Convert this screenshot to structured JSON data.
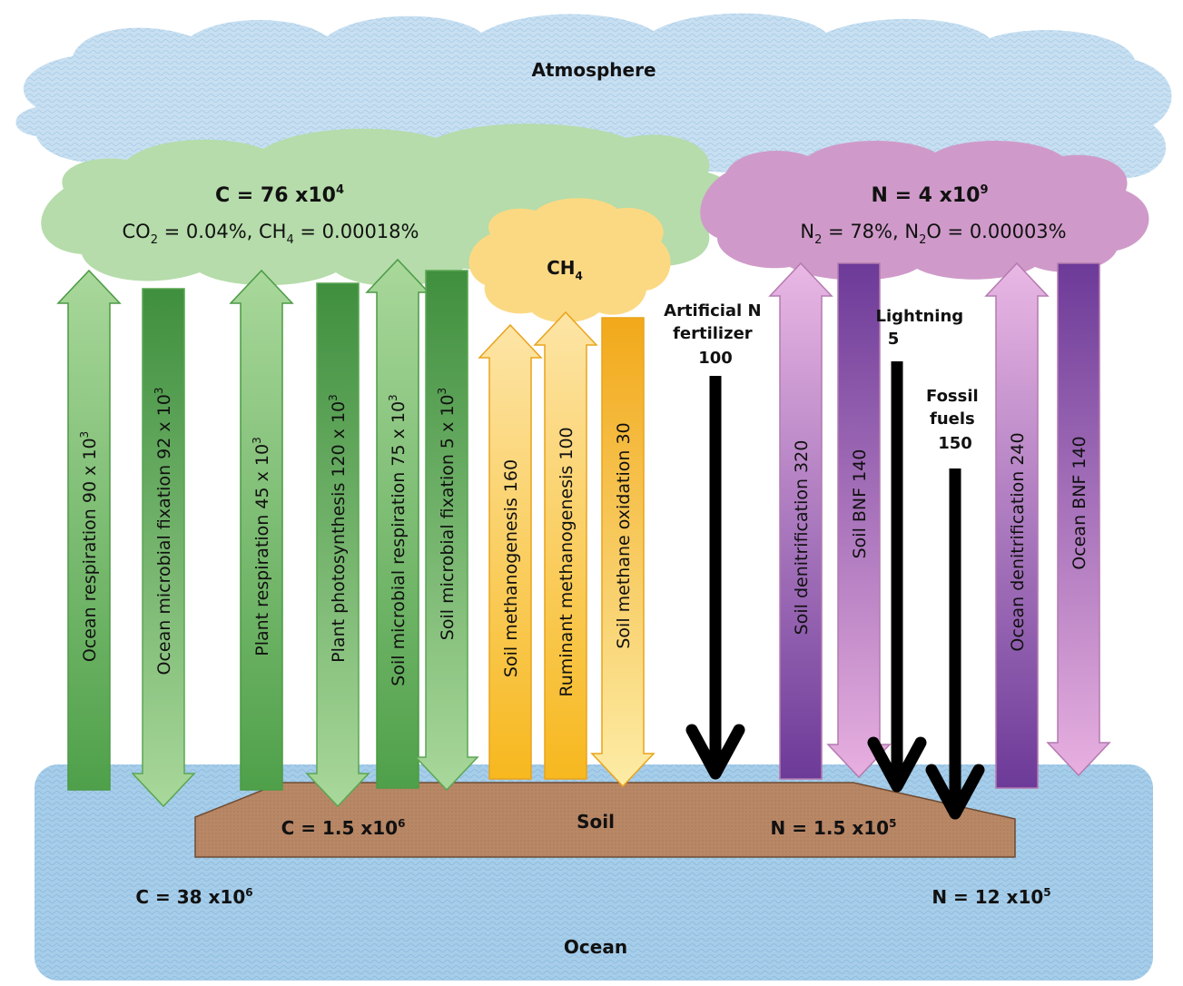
{
  "atmosphere": {
    "label": "Atmosphere"
  },
  "carbon_pool": {
    "value": "C = 76 x10",
    "exp": "4",
    "co2": "CO",
    "co2_sub": "2",
    "co2_val": " = 0.04%, CH",
    "ch4_sub": "4",
    "ch4_val": " = 0.00018%"
  },
  "nitrogen_pool": {
    "value": "N = 4 x10",
    "exp": "9",
    "n2": "N",
    "n2_sub": "2",
    "n2_val": " = 78%, N",
    "n2o_sub": "2",
    "n2o_val": "O = 0.00003%"
  },
  "methane_pool": {
    "label": "CH",
    "sub": "4"
  },
  "soil": {
    "label": "Soil",
    "carbon": "C = 1.5 x10",
    "carbon_exp": "6",
    "nitrogen": "N = 1.5 x10",
    "nitrogen_exp": "5"
  },
  "ocean": {
    "label": "Ocean",
    "carbon": "C = 38 x10",
    "carbon_exp": "6",
    "nitrogen": "N = 12 x10",
    "nitrogen_exp": "5"
  },
  "carbon_fluxes": [
    {
      "label": "Ocean respiration 90 x 10",
      "exp": "3",
      "direction": "up",
      "color": "#6fb85a"
    },
    {
      "label": "Ocean microbial fixation 92 x 10",
      "exp": "3",
      "direction": "down",
      "color": "#8fca7a"
    },
    {
      "label": "Plant respiration 45 x 10",
      "exp": "3",
      "direction": "up",
      "color": "#6fb85a"
    },
    {
      "label": "Plant photosynthesis 120 x 10",
      "exp": "3",
      "direction": "down",
      "color": "#8fca7a"
    },
    {
      "label": "Soil microbial respiration 75 x 10",
      "exp": "3",
      "direction": "up",
      "color": "#6fb85a"
    },
    {
      "label": "Soil microbial fixation 5 x 10",
      "exp": "3",
      "direction": "down",
      "color": "#8fca7a"
    }
  ],
  "methane_fluxes": [
    {
      "label": "Soil methanogenesis 160",
      "direction": "up"
    },
    {
      "label": "Ruminant methanogenesis 100",
      "direction": "up"
    },
    {
      "label": "Soil methane oxidation 30",
      "direction": "down"
    }
  ],
  "nitrogen_fluxes": [
    {
      "label": "Soil denitrification 320",
      "direction": "up"
    },
    {
      "label": "Soil BNF 140",
      "direction": "down"
    },
    {
      "label": "Ocean denitrification 240",
      "direction": "up"
    },
    {
      "label": "Ocean BNF 140",
      "direction": "down"
    }
  ],
  "anthropogenic_inputs": [
    {
      "line1": "Artificial N",
      "line2": "fertilizer",
      "line3": "100"
    },
    {
      "line1": "Lightning",
      "line2": "5"
    },
    {
      "line1": "Fossil",
      "line2": "fuels",
      "line3": "150"
    }
  ],
  "colors": {
    "sky": "#c7dff1",
    "carbon_cloud": "#b5dcaa",
    "nitrogen_cloud": "#cf9ac9",
    "methane_cloud": "#fbd983",
    "ocean": "#a6cde9",
    "soil": "#b88766"
  }
}
